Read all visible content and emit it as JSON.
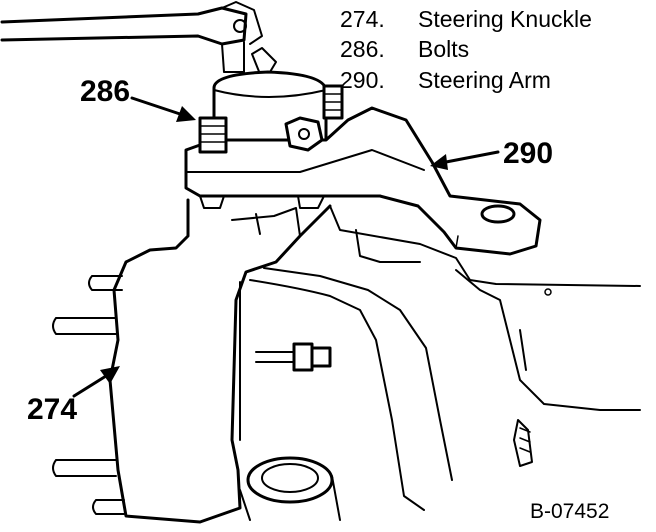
{
  "legend": [
    {
      "number": "274.",
      "label": "Steering Knuckle"
    },
    {
      "number": "286.",
      "label": "Bolts"
    },
    {
      "number": "290.",
      "label": "Steering Arm"
    }
  ],
  "callouts": {
    "bolts": "286",
    "steering_arm": "290",
    "steering_knuckle": "274"
  },
  "figure_id": "B-07452"
}
